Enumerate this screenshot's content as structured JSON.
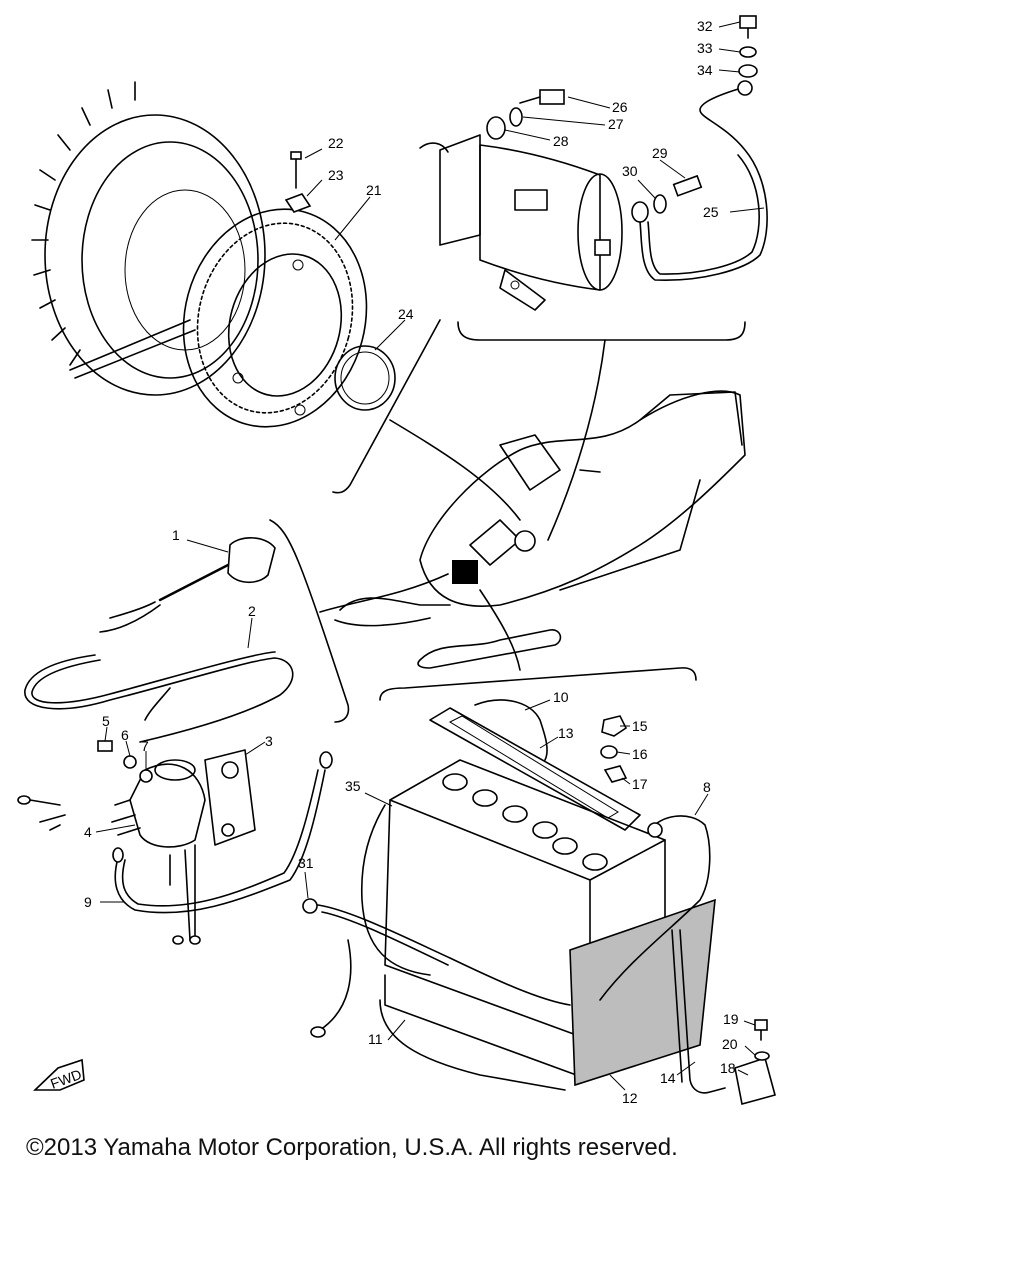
{
  "diagram": {
    "callouts": [
      "1",
      "2",
      "3",
      "4",
      "5",
      "6",
      "7",
      "8",
      "9",
      "10",
      "11",
      "12",
      "13",
      "14",
      "15",
      "16",
      "17",
      "18",
      "19",
      "20",
      "21",
      "22",
      "23",
      "24",
      "25",
      "26",
      "27",
      "28",
      "29",
      "30",
      "31",
      "32",
      "33",
      "34",
      "35"
    ],
    "fwd_mark": "FWD"
  },
  "footer": {
    "copyright": "©2013 Yamaha Motor Corporation, U.S.A. All rights reserved."
  }
}
